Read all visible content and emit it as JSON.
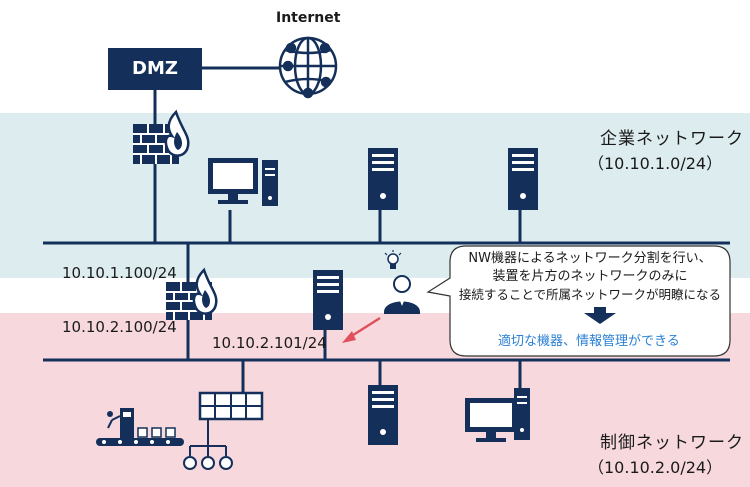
{
  "internet": {
    "label": "Internet"
  },
  "dmz": {
    "label": "DMZ"
  },
  "corp_zone": {
    "title": "企業ネットワーク",
    "subnet": "（10.10.1.0/24）"
  },
  "ctrl_zone": {
    "title": "制御ネットワーク",
    "subnet": "（10.10.2.0/24）"
  },
  "addresses": {
    "fw_corp_side": "10.10.1.100/24",
    "fw_ctrl_side": "10.10.2.100/24",
    "server_ctrl": "10.10.2.101/24"
  },
  "callout": {
    "line1": "NW機器によるネットワーク分割を行い、",
    "line2": "装置を片方のネットワークのみに",
    "line3": "接続することで所属ネットワークが明瞭になる",
    "result": "適切な機器、情報管理ができる",
    "result_color": "#2a7fd4"
  },
  "colors": {
    "navy": "#14305a",
    "corp_band": "#dcecef",
    "ctrl_band": "#f6d8dd",
    "flame": "#14305a",
    "arrow_red": "#e0505a"
  }
}
